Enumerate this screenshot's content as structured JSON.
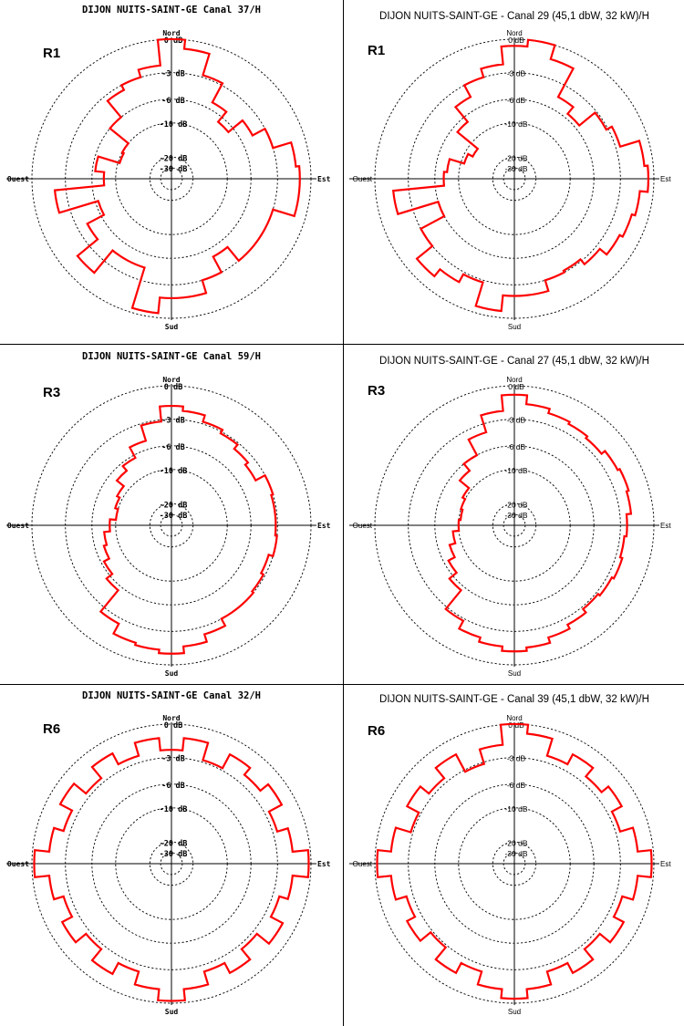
{
  "chart_data": [
    {
      "type": "polar",
      "title": "DIJON NUITS-SAINT-GE Canal 37/H",
      "region_label": "R1",
      "title_font": "mono",
      "directions": {
        "north": "Nord",
        "east": "Est",
        "south": "Sud",
        "west": "Ouest"
      },
      "ring_labels": [
        "0 dB",
        "-3 dB",
        "-6 dB",
        "-10 dB",
        "-20 dB",
        "-30 dB"
      ],
      "ring_values_db": [
        0,
        -3,
        -6,
        -10,
        -20,
        -30
      ],
      "grid": true,
      "series_color": "#ff0000",
      "series": [
        {
          "sectors_db": [
            0,
            -0.8,
            -2.8,
            -5.2,
            -7.0,
            -4.6,
            -3.0,
            -1.3,
            -1.0,
            -1.0,
            -3.0,
            -3.0,
            -3.0,
            -5.0,
            -3.0,
            -1.8,
            -1.8,
            -0.4,
            -4.5,
            -4.5,
            -1.6,
            -4.2,
            -6.5,
            -2.0,
            -8.0,
            -6.5,
            -10.5,
            -10.0,
            -6.0,
            -3.6,
            -3.0,
            -2.3
          ]
        }
      ]
    },
    {
      "type": "polar",
      "title": "DIJON NUITS-SAINT-GE - Canal 29 (45,1 dbW, 32 kW)/H",
      "region_label": "R1",
      "title_font": "sans",
      "directions": {
        "north": "Nord",
        "east": "Est",
        "south": "Sud",
        "west": "Ouest"
      },
      "ring_labels": [
        "0 dB",
        "-3 dB",
        "-6 dB",
        "-10 dB",
        "-20 dB",
        "-30 dB"
      ],
      "ring_values_db": [
        0,
        -3,
        -6,
        -10,
        -20,
        -30
      ],
      "grid": true,
      "series_color": "#ff0000",
      "series": [
        {
          "sectors_db": [
            -0.6,
            0,
            -1.3,
            -4.5,
            -5.5,
            -3.2,
            -2.6,
            -0.8,
            -0.5,
            -1.2,
            -1.5,
            -1.8,
            -2.6,
            -3.2,
            -3.0,
            -2.0,
            -2.0,
            -0.6,
            -2.8,
            -2.0,
            -1.2,
            -3.0,
            -6.0,
            -1.6,
            -7.5,
            -8.0,
            -11.0,
            -12.5,
            -7.0,
            -4.5,
            -3.0,
            -2.2
          ]
        }
      ]
    },
    {
      "type": "polar",
      "title": "DIJON NUITS-SAINT-GE Canal 59/H",
      "region_label": "R3",
      "title_font": "mono",
      "directions": {
        "north": "Nord",
        "east": "Est",
        "south": "Sud",
        "west": "Ouest"
      },
      "ring_labels": [
        "0 dB",
        "-3 dB",
        "-6 dB",
        "-10 dB",
        "-20 dB",
        "-30 dB"
      ],
      "ring_values_db": [
        0,
        -3,
        -6,
        -10,
        -20,
        -30
      ],
      "grid": true,
      "series_color": "#ff0000",
      "series": [
        {
          "sectors_db": [
            -1.8,
            -2.2,
            -2.8,
            -3.2,
            -3.8,
            -4.2,
            -3.0,
            -3.2,
            -3.2,
            -3.0,
            -3.5,
            -3.2,
            -3.0,
            -3.0,
            -2.3,
            -1.6,
            -1.0,
            -1.3,
            -1.5,
            -2.5,
            -5.5,
            -6.5,
            -7.5,
            -8.0,
            -9.0,
            -10.0,
            -9.5,
            -9.0,
            -7.5,
            -6.5,
            -5.0,
            -3.2
          ]
        }
      ]
    },
    {
      "type": "polar",
      "title": "DIJON NUITS-SAINT-GE - Canal 27 (45,1 dbW, 32 kW)/H",
      "region_label": "R3",
      "title_font": "sans",
      "directions": {
        "north": "Nord",
        "east": "Est",
        "south": "Sud",
        "west": "Ouest"
      },
      "ring_labels": [
        "0 dB",
        "-3 dB",
        "-6 dB",
        "-10 dB",
        "-20 dB",
        "-30 dB"
      ],
      "ring_values_db": [
        0,
        -3,
        -6,
        -10,
        -20,
        -30
      ],
      "grid": true,
      "series_color": "#ff0000",
      "series": [
        {
          "sectors_db": [
            -0.8,
            -1.6,
            -2.0,
            -2.2,
            -2.4,
            -2.0,
            -1.8,
            -2.0,
            -2.4,
            -2.6,
            -2.4,
            -2.6,
            -2.8,
            -2.4,
            -2.0,
            -1.5,
            -1.2,
            -1.6,
            -2.0,
            -2.8,
            -5.5,
            -6.8,
            -8.0,
            -9.0,
            -10.0,
            -10.5,
            -10.0,
            -9.5,
            -7.5,
            -6.0,
            -4.0,
            -2.2
          ]
        }
      ]
    },
    {
      "type": "polar",
      "title": "DIJON NUITS-SAINT-GE Canal 32/H",
      "region_label": "R6",
      "title_font": "mono",
      "directions": {
        "north": "Nord",
        "east": "Est",
        "south": "Sud",
        "west": "Ouest"
      },
      "ring_labels": [
        "0 dB",
        "-3 dB",
        "-6 dB",
        "-10 dB",
        "-20 dB",
        "-30 dB"
      ],
      "ring_values_db": [
        0,
        -3,
        -6,
        -10,
        -20,
        -30
      ],
      "grid": true,
      "series_color": "#ff0000",
      "series": [
        {
          "sectors_db": [
            -2.3,
            -1.2,
            -2.8,
            -1.4,
            -2.2,
            -1.3,
            -2.6,
            -1.6,
            -0.2,
            -1.6,
            -2.4,
            -1.2,
            -2.6,
            -1.4,
            -2.4,
            -1.2,
            -0.2,
            -1.2,
            -2.4,
            -1.3,
            -2.6,
            -1.4,
            -2.4,
            -1.5,
            -0.2,
            -1.5,
            -2.4,
            -1.2,
            -2.6,
            -1.3,
            -2.4,
            -1.2
          ]
        }
      ]
    },
    {
      "type": "polar",
      "title": "DIJON NUITS-SAINT-GE - Canal 39 (45,1 dbW, 32 kW)/H",
      "region_label": "R6",
      "title_font": "sans",
      "directions": {
        "north": "Nord",
        "east": "Est",
        "south": "Sud",
        "west": "Ouest"
      },
      "ring_labels": [
        "0 dB",
        "-3 dB",
        "-6 dB",
        "-10 dB",
        "-20 dB",
        "-30 dB"
      ],
      "ring_values_db": [
        0,
        -3,
        -6,
        -10,
        -20,
        -30
      ],
      "grid": true,
      "series_color": "#ff0000",
      "series": [
        {
          "sectors_db": [
            0,
            -0.8,
            -2.4,
            -1.4,
            -2.4,
            -1.6,
            -2.6,
            -1.4,
            -0.2,
            -1.4,
            -2.4,
            -1.4,
            -2.6,
            -1.4,
            -2.4,
            -1.2,
            -0.4,
            -1.2,
            -2.4,
            -1.4,
            -2.8,
            -1.6,
            -2.4,
            -1.4,
            -0.2,
            -1.4,
            -2.8,
            -1.6,
            -2.6,
            -1.4,
            -3.2,
            -1.8
          ]
        }
      ]
    }
  ]
}
